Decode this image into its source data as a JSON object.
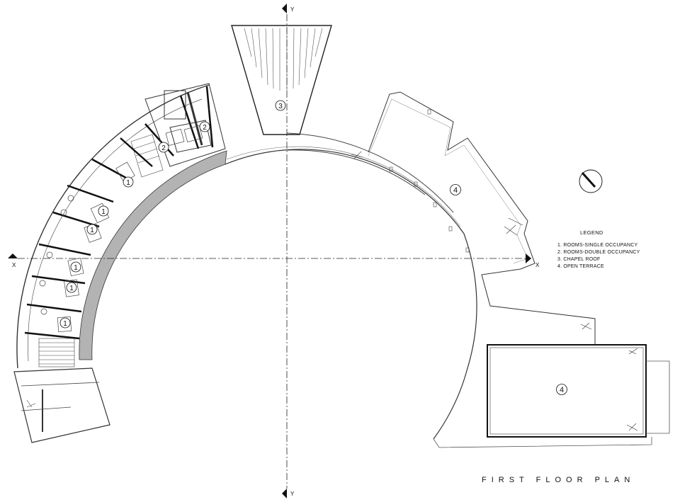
{
  "axes": {
    "x_label": "X",
    "y_label": "Y"
  },
  "legend": {
    "title": "LEGEND",
    "items": [
      "1. ROOMS-SINGLE OCCUPANCY",
      "2. ROOMS-DOUBLE OCCUPANCY",
      "3. CHAPEL ROOF",
      "4. OPEN TERRACE"
    ]
  },
  "tags": {
    "single": "1",
    "double": "2",
    "chapel": "3",
    "terrace": "4"
  },
  "title": "FIRST FLOOR PLAN",
  "icons": {
    "north_arrow": "north-arrow-icon"
  }
}
